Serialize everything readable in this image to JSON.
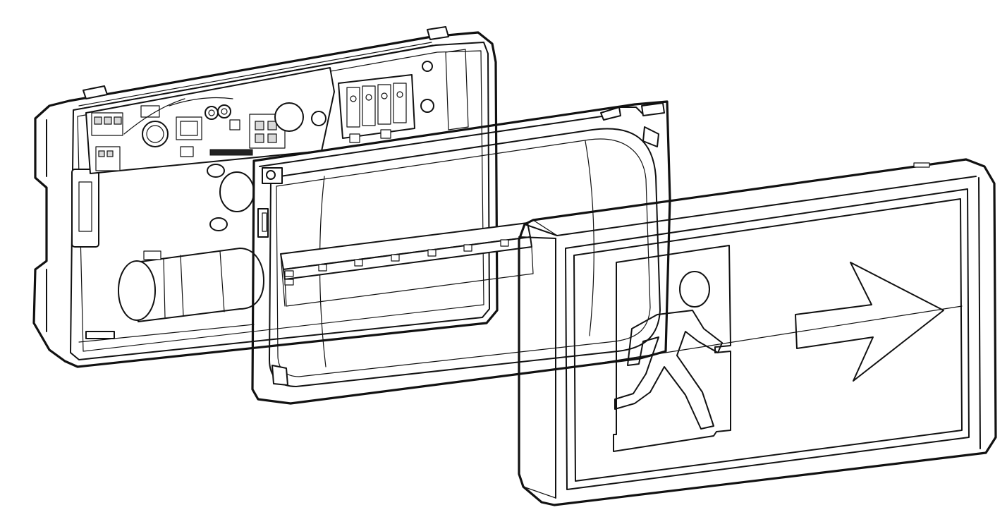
{
  "figure": {
    "kind": "exploded-view line drawing",
    "colors": {
      "line": "#111111",
      "background": "#ffffff",
      "shade": "#d9d9d9"
    },
    "parts": [
      {
        "name": "rear-housing-with-pcb-and-battery"
      },
      {
        "name": "reflector-tray-with-led-strip",
        "led_count": 7
      },
      {
        "name": "front-cover-with-exit-sign",
        "pictogram": "running-man-icon",
        "direction": "right-arrow-icon"
      }
    ]
  }
}
